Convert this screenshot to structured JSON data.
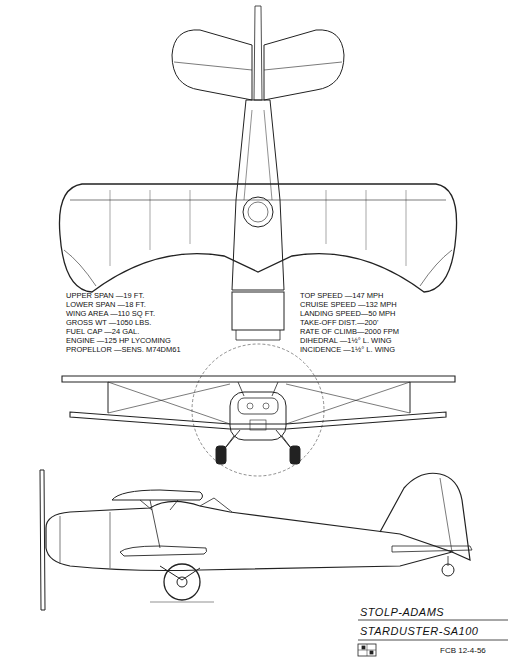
{
  "diagram": {
    "labels": [
      "UPPER SPAN —19 FT.",
      "LOWER SPAN —18 FT.",
      "WING AREA —110 SQ FT.",
      "GROSS WT —1050 LBS.",
      "FUEL CAP —24 GAL.",
      "ENGINE —125 HP LYCOMING",
      "PROPELLOR —SENS. M74DM61",
      "TOP SPEED —147 MPH",
      "CRUISE SPEED —132 MPH",
      "LANDING SPEED—50 MPH",
      "TAKE-OFF DIST.—200'",
      "RATE OF CLIMB—2000 FPM",
      "DIHEDRAL —1½° L. WING",
      "INCIDENCE —1½° L. WING",
      "STOLP-ADAMS",
      "STARDUSTER-SA100",
      "FCB 12-4-56"
    ]
  }
}
